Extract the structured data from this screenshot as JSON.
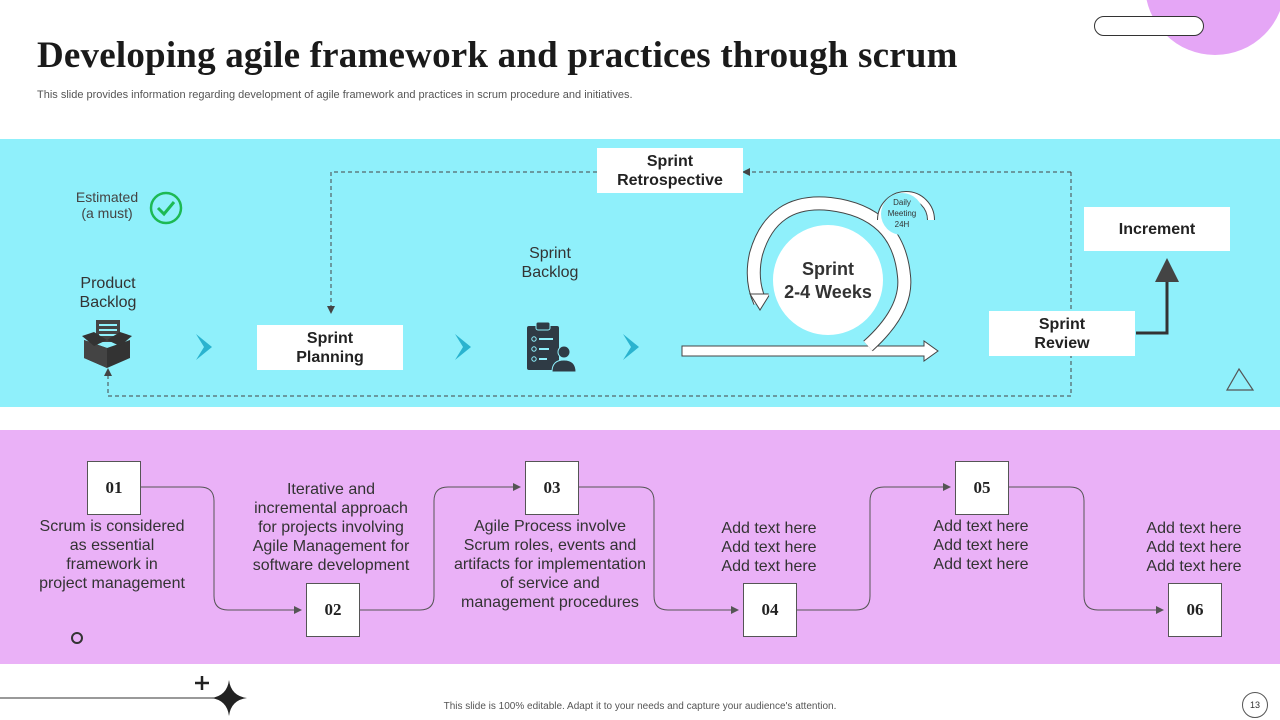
{
  "header": {
    "title": "Developing agile framework and practices through scrum",
    "subtitle": "This slide provides information regarding development of agile framework and practices in scrum procedure and initiatives."
  },
  "scrum_flow": {
    "estimated": "Estimated\n(a must)",
    "product_backlog": "Product\nBacklog",
    "sprint_planning": "Sprint\nPlanning",
    "sprint_backlog": "Sprint\nBacklog",
    "sprint_retrospective": "Sprint\nRetrospective",
    "sprint_cycle": "Sprint\n2-4 Weeks",
    "daily_meeting": "Daily\nMeeting\n24H",
    "sprint_review": "Sprint\nReview",
    "increment": "Increment"
  },
  "steps": [
    {
      "number": "01",
      "text": "Scrum is considered\nas essential\nframework in\nproject management"
    },
    {
      "number": "02",
      "text": "Iterative and\nincremental approach\nfor projects involving\nAgile Management for\nsoftware development"
    },
    {
      "number": "03",
      "text": "Agile Process involve\nScrum roles, events and\nartifacts for implementation\nof service and\nmanagement procedures"
    },
    {
      "number": "04",
      "text": "Add text here\nAdd text here\nAdd text here"
    },
    {
      "number": "05",
      "text": "Add text here\nAdd text here\nAdd text here"
    },
    {
      "number": "06",
      "text": "Add text here\nAdd text here\nAdd text here"
    }
  ],
  "footer": {
    "note": "This slide is 100% editable. Adapt it to your needs and capture your audience's attention.",
    "page": "13"
  },
  "colors": {
    "top_band": "#8ff0fb",
    "bottom_band": "#eab1f7",
    "accent_circle": "#e5a6f6",
    "check_green": "#1db954"
  }
}
